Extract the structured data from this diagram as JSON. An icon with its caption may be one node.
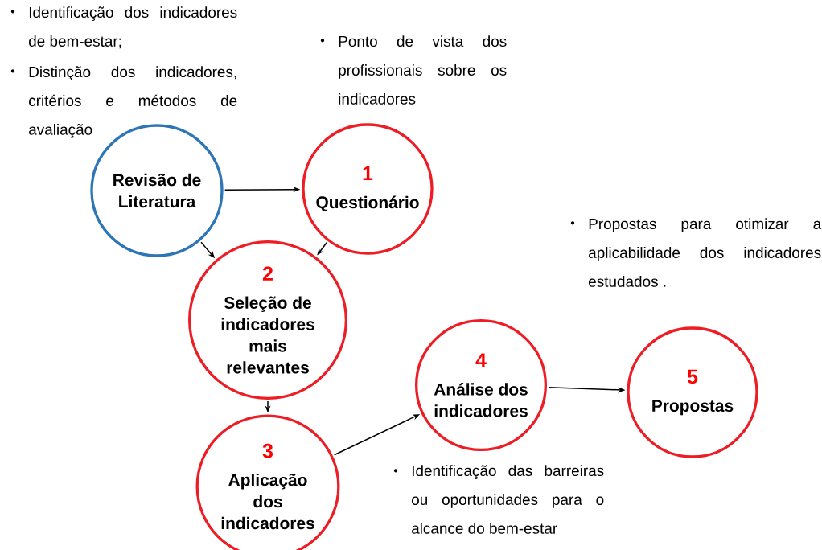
{
  "diagram": {
    "nodes": [
      {
        "text": [
          "Revisão de Literatura"
        ],
        "beside": [
          "Identificação dos indicadores de bem-estar;",
          "Distinção dos indicadores, critérios e métodos de avaliação"
        ]
      },
      {
        "text": [
          "1",
          "Questionário"
        ],
        "beside": [
          "Ponto de vista dos profissionais sobre os indicadores"
        ]
      },
      {
        "text": [
          "2",
          "Seleção de indicadores mais relevantes"
        ]
      },
      {
        "text": [
          "3",
          "Aplicação dos indicadores"
        ]
      },
      {
        "text": [
          "4",
          "Análise dos indicadores"
        ],
        "beside": [
          "Identificação das barreiras ou oportunidades para o alcance do bem-estar"
        ]
      },
      {
        "text": [
          "5",
          "Propostas"
        ]
      }
    ],
    "labels": [
      "•",
      "•",
      "•",
      "•",
      "Propostas para otimizar a aplicabilidade dos indicadores estudados .",
      "•"
    ],
    "edges": [
      {
        "from": 0,
        "to": 1,
        "arrow": "to"
      },
      {
        "from": 0,
        "to": 2,
        "arrow": "to"
      },
      {
        "from": 1,
        "to": 2,
        "arrow": "to"
      },
      {
        "from": 2,
        "to": 3,
        "arrow": "to"
      },
      {
        "from": 3,
        "to": 4,
        "arrow": "to"
      },
      {
        "from": 4,
        "to": 5,
        "arrow": "to"
      }
    ]
  }
}
